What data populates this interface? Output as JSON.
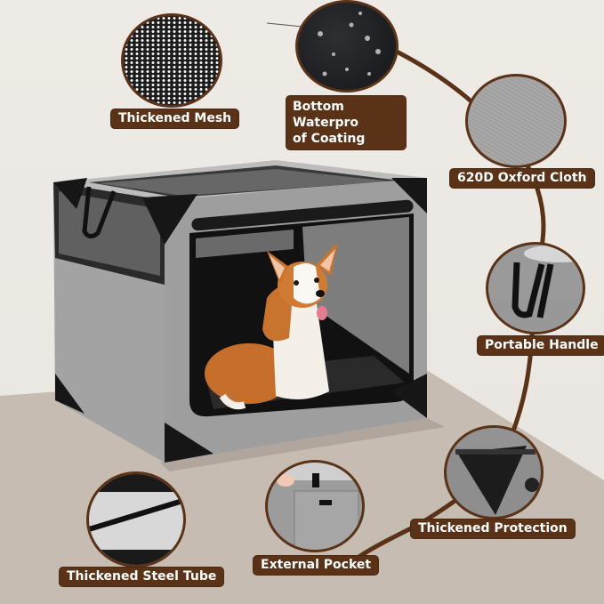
{
  "product": {
    "subject": "Collapsible soft dog crate with corgi",
    "colors": {
      "label_bg": "#5a3217",
      "connector": "#5a3217",
      "crate_fabric": "#9e9e9e",
      "crate_trim": "#1a1a1a",
      "wall": "#ece8e3",
      "floor": "#c7bcb2"
    }
  },
  "callouts": [
    {
      "id": "mesh",
      "label": "Thickened Mesh",
      "icon": "mesh-texture"
    },
    {
      "id": "coating",
      "label": "Bottom Waterpro of Coating",
      "line1": "Bottom Waterpro",
      "line2": "of Coating",
      "icon": "water-droplets"
    },
    {
      "id": "oxford",
      "label": "620D Oxford Cloth",
      "icon": "fabric-texture"
    },
    {
      "id": "handle",
      "label": "Portable Handle",
      "icon": "handle-strap"
    },
    {
      "id": "protection",
      "label": "Thickened Protection",
      "icon": "corner-guard"
    },
    {
      "id": "tube",
      "label": "Thickened Steel Tube",
      "icon": "steel-tube"
    },
    {
      "id": "pocket",
      "label": "External Pocket",
      "icon": "pocket"
    }
  ]
}
